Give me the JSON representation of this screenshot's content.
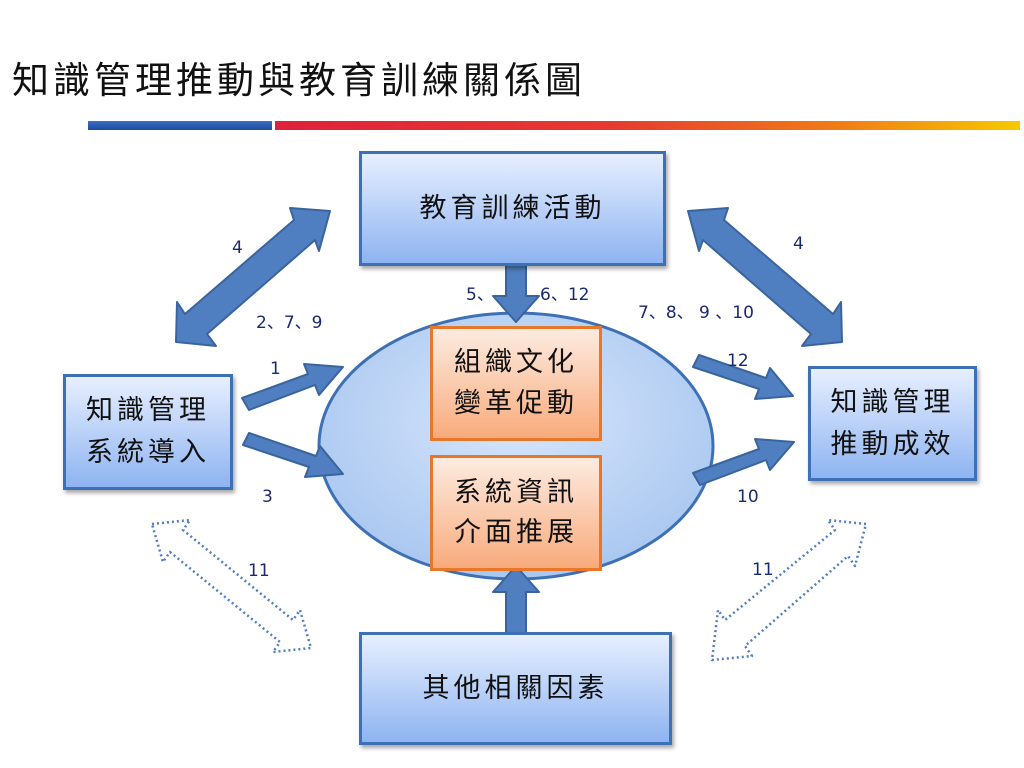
{
  "title": "知識管理推動與教育訓練關係圖",
  "colors": {
    "arrow": "#4f7fc0",
    "box_border": "#3d70b4",
    "orange_border": "#e9772a"
  },
  "nodes": {
    "training": "教育訓練活動",
    "km_intro": [
      "知識管理",
      "系統導入"
    ],
    "km_results": [
      "知識管理",
      "推動成效"
    ],
    "other_factors": "其他相關因素",
    "culture": [
      "組織文化",
      "變革促動"
    ],
    "interface": [
      "系統資訊",
      "介面推展"
    ]
  },
  "labels": {
    "l4_left": "4",
    "l4_right": "4",
    "l_279": "2、7、9",
    "l_5": "5、",
    "l_612": "6、12",
    "l_78910": "7、8、 9 、10",
    "l_1": "1",
    "l_3": "3",
    "l_12": "12",
    "l_10": "10",
    "l_11_left": "11",
    "l_11_right": "11"
  }
}
